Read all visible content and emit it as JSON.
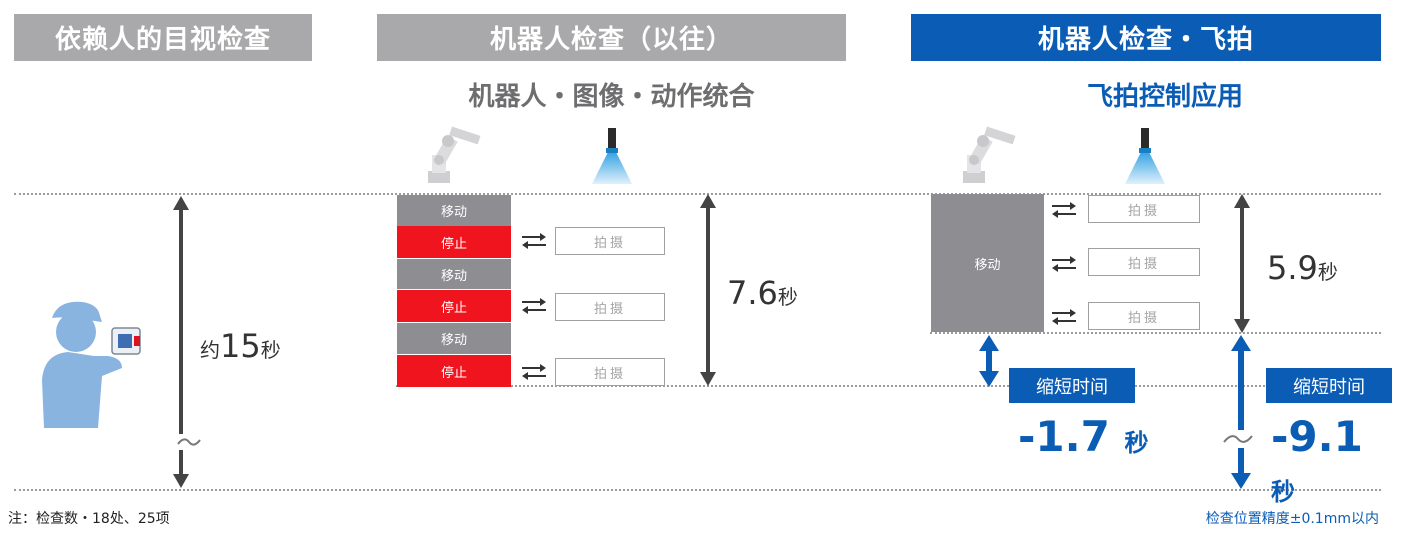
{
  "headers": {
    "col1": "依赖人的目视检查",
    "col2": "机器人检查（以往）",
    "col3": "机器人检查・飞拍"
  },
  "subtitles": {
    "col2": "机器人・图像・动作统合",
    "col3": "飞拍控制应用"
  },
  "labels": {
    "move": "移动",
    "stop": "停止",
    "shoot": "拍摄",
    "about": "约",
    "sec": "秒",
    "shorten": "缩短时间"
  },
  "times": {
    "manual": "15",
    "conventional": "7.6",
    "flying": "5.9",
    "cut1": "-1.7",
    "cut2": "-9.1"
  },
  "notes": {
    "left": "注：检查数・18处、25项",
    "right": "检查位置精度±0.1mm以内"
  },
  "colors": {
    "blue": "#0b5cb5",
    "gray_header": "#a9a9ab",
    "move_box": "#8e8e92",
    "stop_box": "#f0141e",
    "person": "#8ab4e0"
  },
  "icons": {
    "robot": "robot-arm-icon",
    "camera": "camera-icon",
    "person": "inspector-person-icon"
  }
}
